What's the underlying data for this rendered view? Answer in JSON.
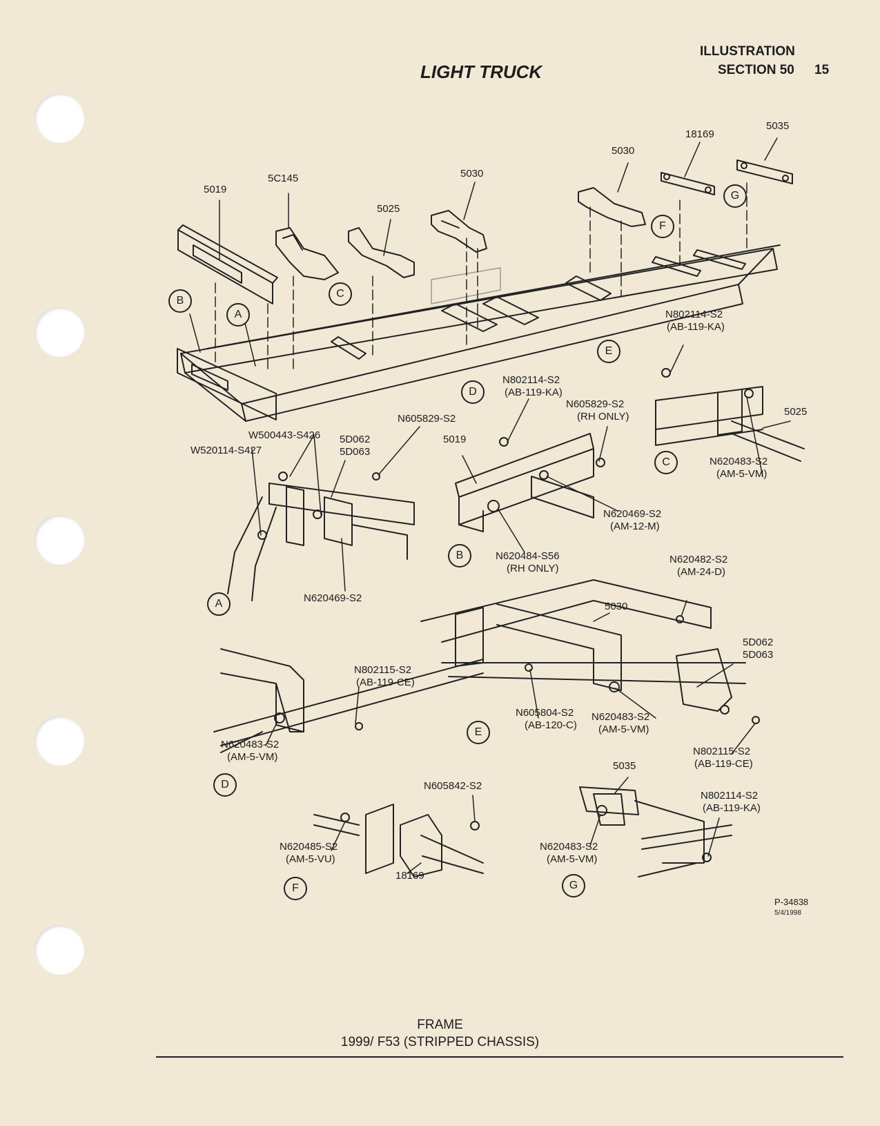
{
  "header": {
    "illustration": "ILLUSTRATION",
    "section": "SECTION 50",
    "page_number": "15",
    "title": "LIGHT TRUCK"
  },
  "main_view": {
    "parts": [
      "5019",
      "5C145",
      "5025",
      "5030",
      "5030",
      "18169",
      "5035"
    ],
    "callouts": [
      "A",
      "B",
      "C",
      "D",
      "E",
      "F",
      "G"
    ]
  },
  "detail_a": {
    "labels": [
      "W500443-S426",
      "W520114-S427",
      "5D062",
      "5D063",
      "N605829-S2",
      "N620469-S2"
    ],
    "callout": "A"
  },
  "detail_b": {
    "labels": [
      "N802114-S2",
      "(AB-119-KA)",
      "N605829-S2",
      "(RH ONLY)",
      "5019",
      "N620469-S2",
      "(AM-12-M)",
      "N620484-S56",
      "(RH ONLY)"
    ],
    "callout": "B"
  },
  "detail_c": {
    "labels": [
      "N802114-S2",
      "(AB-119-KA)",
      "5025",
      "N620483-S2",
      "(AM-5-VM)"
    ],
    "callout": "C"
  },
  "detail_d": {
    "labels": [
      "N802115-S2",
      "(AB-119-CE)",
      "N620483-S2",
      "(AM-5-VM)"
    ],
    "callout": "D"
  },
  "detail_e": {
    "labels": [
      "N620482-S2",
      "(AM-24-D)",
      "5030",
      "5D062",
      "5D063",
      "N605804-S2",
      "(AB-120-C)",
      "N620483-S2",
      "(AM-5-VM)",
      "N802115-S2",
      "(AB-119-CE)"
    ],
    "callout": "E"
  },
  "detail_f": {
    "labels": [
      "N605842-S2",
      "N620485-S2",
      "(AM-5-VU)",
      "18169"
    ],
    "callout": "F"
  },
  "detail_g": {
    "labels": [
      "5035",
      "N802114-S2",
      "(AB-119-KA)",
      "N620483-S2",
      "(AM-5-VM)"
    ],
    "callout": "G"
  },
  "ref": {
    "number": "P-34838",
    "date": "5/4/1998"
  },
  "footer": {
    "line1": "FRAME",
    "line2": "1999/ F53 (STRIPPED CHASSIS)"
  }
}
